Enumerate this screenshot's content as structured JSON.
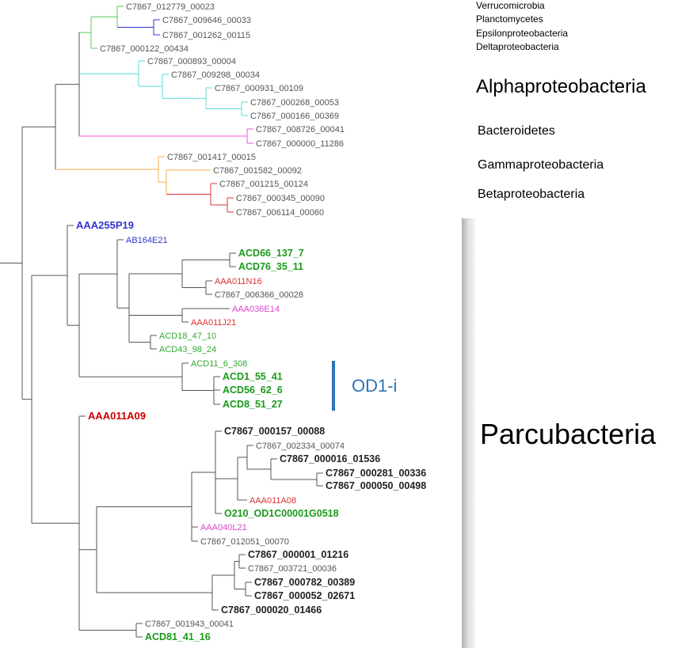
{
  "colors": {
    "black": "#222222",
    "gray": "#555555",
    "green": "#33aa33",
    "teal": "#44cccc",
    "magenta": "#dd44cc",
    "orange": "#f0aa44",
    "red": "#dd3333",
    "blue": "#3333cc",
    "darkgreen": "#1a9a1a",
    "darkred": "#cc0000",
    "od1blue": "#2e75b6"
  },
  "leaves": [
    {
      "id": "l1",
      "label": "C7867_012779_00023",
      "color": "gray",
      "style": "normal"
    },
    {
      "id": "l2",
      "label": "C7867_009646_00033",
      "color": "gray",
      "style": "normal"
    },
    {
      "id": "l3",
      "label": "C7867_001262_00115",
      "color": "gray",
      "style": "normal"
    },
    {
      "id": "l4",
      "label": "C7867_000122_00434",
      "color": "gray",
      "style": "normal"
    },
    {
      "id": "l5",
      "label": "C7867_000893_00004",
      "color": "gray",
      "style": "normal"
    },
    {
      "id": "l6",
      "label": "C7867_009298_00034",
      "color": "gray",
      "style": "normal"
    },
    {
      "id": "l7",
      "label": "C7867_000931_00109",
      "color": "gray",
      "style": "normal"
    },
    {
      "id": "l8",
      "label": "C7867_000268_00053",
      "color": "gray",
      "style": "normal"
    },
    {
      "id": "l9",
      "label": "C7867_000166_00369",
      "color": "gray",
      "style": "normal"
    },
    {
      "id": "l10",
      "label": "C7867_008726_00041",
      "color": "gray",
      "style": "normal"
    },
    {
      "id": "l11",
      "label": "C7867_000000_11286",
      "color": "gray",
      "style": "normal"
    },
    {
      "id": "l12",
      "label": "C7867_001417_00015",
      "color": "gray",
      "style": "normal"
    },
    {
      "id": "l13",
      "label": "C7867_001582_00092",
      "color": "gray",
      "style": "normal"
    },
    {
      "id": "l14",
      "label": "C7867_001215_00124",
      "color": "gray",
      "style": "normal"
    },
    {
      "id": "l15",
      "label": "C7867_000345_00090",
      "color": "gray",
      "style": "normal"
    },
    {
      "id": "l16",
      "label": "C7867_006114_00060",
      "color": "gray",
      "style": "normal"
    },
    {
      "id": "l17",
      "label": "AAA255P19",
      "color": "blue",
      "style": "big"
    },
    {
      "id": "l18",
      "label": "AB164E21",
      "color": "blue",
      "style": "normal"
    },
    {
      "id": "l19",
      "label": "ACD66_137_7",
      "color": "darkgreen",
      "style": "bold"
    },
    {
      "id": "l20",
      "label": "ACD76_35_11",
      "color": "darkgreen",
      "style": "bold"
    },
    {
      "id": "l21",
      "label": "AAA011N16",
      "color": "red",
      "style": "normal"
    },
    {
      "id": "l22",
      "label": "C7867_006366_00028",
      "color": "gray",
      "style": "normal"
    },
    {
      "id": "l23",
      "label": "AAA036E14",
      "color": "magenta",
      "style": "normal"
    },
    {
      "id": "l24",
      "label": "AAA011J21",
      "color": "red",
      "style": "normal"
    },
    {
      "id": "l25",
      "label": "ACD18_47_10",
      "color": "green",
      "style": "normal"
    },
    {
      "id": "l26",
      "label": "ACD43_98_24",
      "color": "green",
      "style": "normal"
    },
    {
      "id": "l27",
      "label": "ACD11_6_308",
      "color": "green",
      "style": "normal"
    },
    {
      "id": "l28",
      "label": "ACD1_55_41",
      "color": "darkgreen",
      "style": "bold"
    },
    {
      "id": "l29",
      "label": "ACD56_62_6",
      "color": "darkgreen",
      "style": "bold"
    },
    {
      "id": "l30",
      "label": "ACD8_51_27",
      "color": "darkgreen",
      "style": "bold"
    },
    {
      "id": "l31",
      "label": "AAA011A09",
      "color": "darkred",
      "style": "big"
    },
    {
      "id": "l32",
      "label": "C7867_000157_00088",
      "color": "black",
      "style": "bold"
    },
    {
      "id": "l33",
      "label": "C7867_002334_00074",
      "color": "gray",
      "style": "normal"
    },
    {
      "id": "l34",
      "label": "C7867_000016_01536",
      "color": "black",
      "style": "bold"
    },
    {
      "id": "l35",
      "label": "C7867_000281_00336",
      "color": "black",
      "style": "bold"
    },
    {
      "id": "l36",
      "label": "C7867_000050_00498",
      "color": "black",
      "style": "bold"
    },
    {
      "id": "l37",
      "label": "AAA011A08",
      "color": "red",
      "style": "normal"
    },
    {
      "id": "l38",
      "label": "O210_OD1C00001G0518",
      "color": "darkgreen",
      "style": "bold"
    },
    {
      "id": "l39",
      "label": "AAA040L21",
      "color": "magenta",
      "style": "normal"
    },
    {
      "id": "l40",
      "label": "C7867_012051_00070",
      "color": "gray",
      "style": "normal"
    },
    {
      "id": "l41",
      "label": "C7867_000001_01216",
      "color": "black",
      "style": "bold"
    },
    {
      "id": "l42",
      "label": "C7867_003721_00036",
      "color": "gray",
      "style": "normal"
    },
    {
      "id": "l43",
      "label": "C7867_000782_00389",
      "color": "black",
      "style": "bold"
    },
    {
      "id": "l44",
      "label": "C7867_000052_02671",
      "color": "black",
      "style": "bold"
    },
    {
      "id": "l45",
      "label": "C7867_000020_01466",
      "color": "black",
      "style": "bold"
    },
    {
      "id": "l46",
      "label": "C7867_001943_00041",
      "color": "gray",
      "style": "normal"
    },
    {
      "id": "l47",
      "label": "ACD81_41_16",
      "color": "darkgreen",
      "style": "bold"
    }
  ],
  "clades": {
    "verrucomicrobia": "Verrucomicrobia",
    "planctomycetes": "Planctomycetes",
    "epsilon": "Epsilonproteobacteria",
    "delta": "Deltaproteobacteria",
    "alpha": "Alphaproteobacteria",
    "bacteroidetes": "Bacteroidetes",
    "gamma": "Gammaproteobacteria",
    "beta": "Betaproteobacteria",
    "parcubacteria": "Parcubacteria",
    "od1i": "OD1-i"
  }
}
